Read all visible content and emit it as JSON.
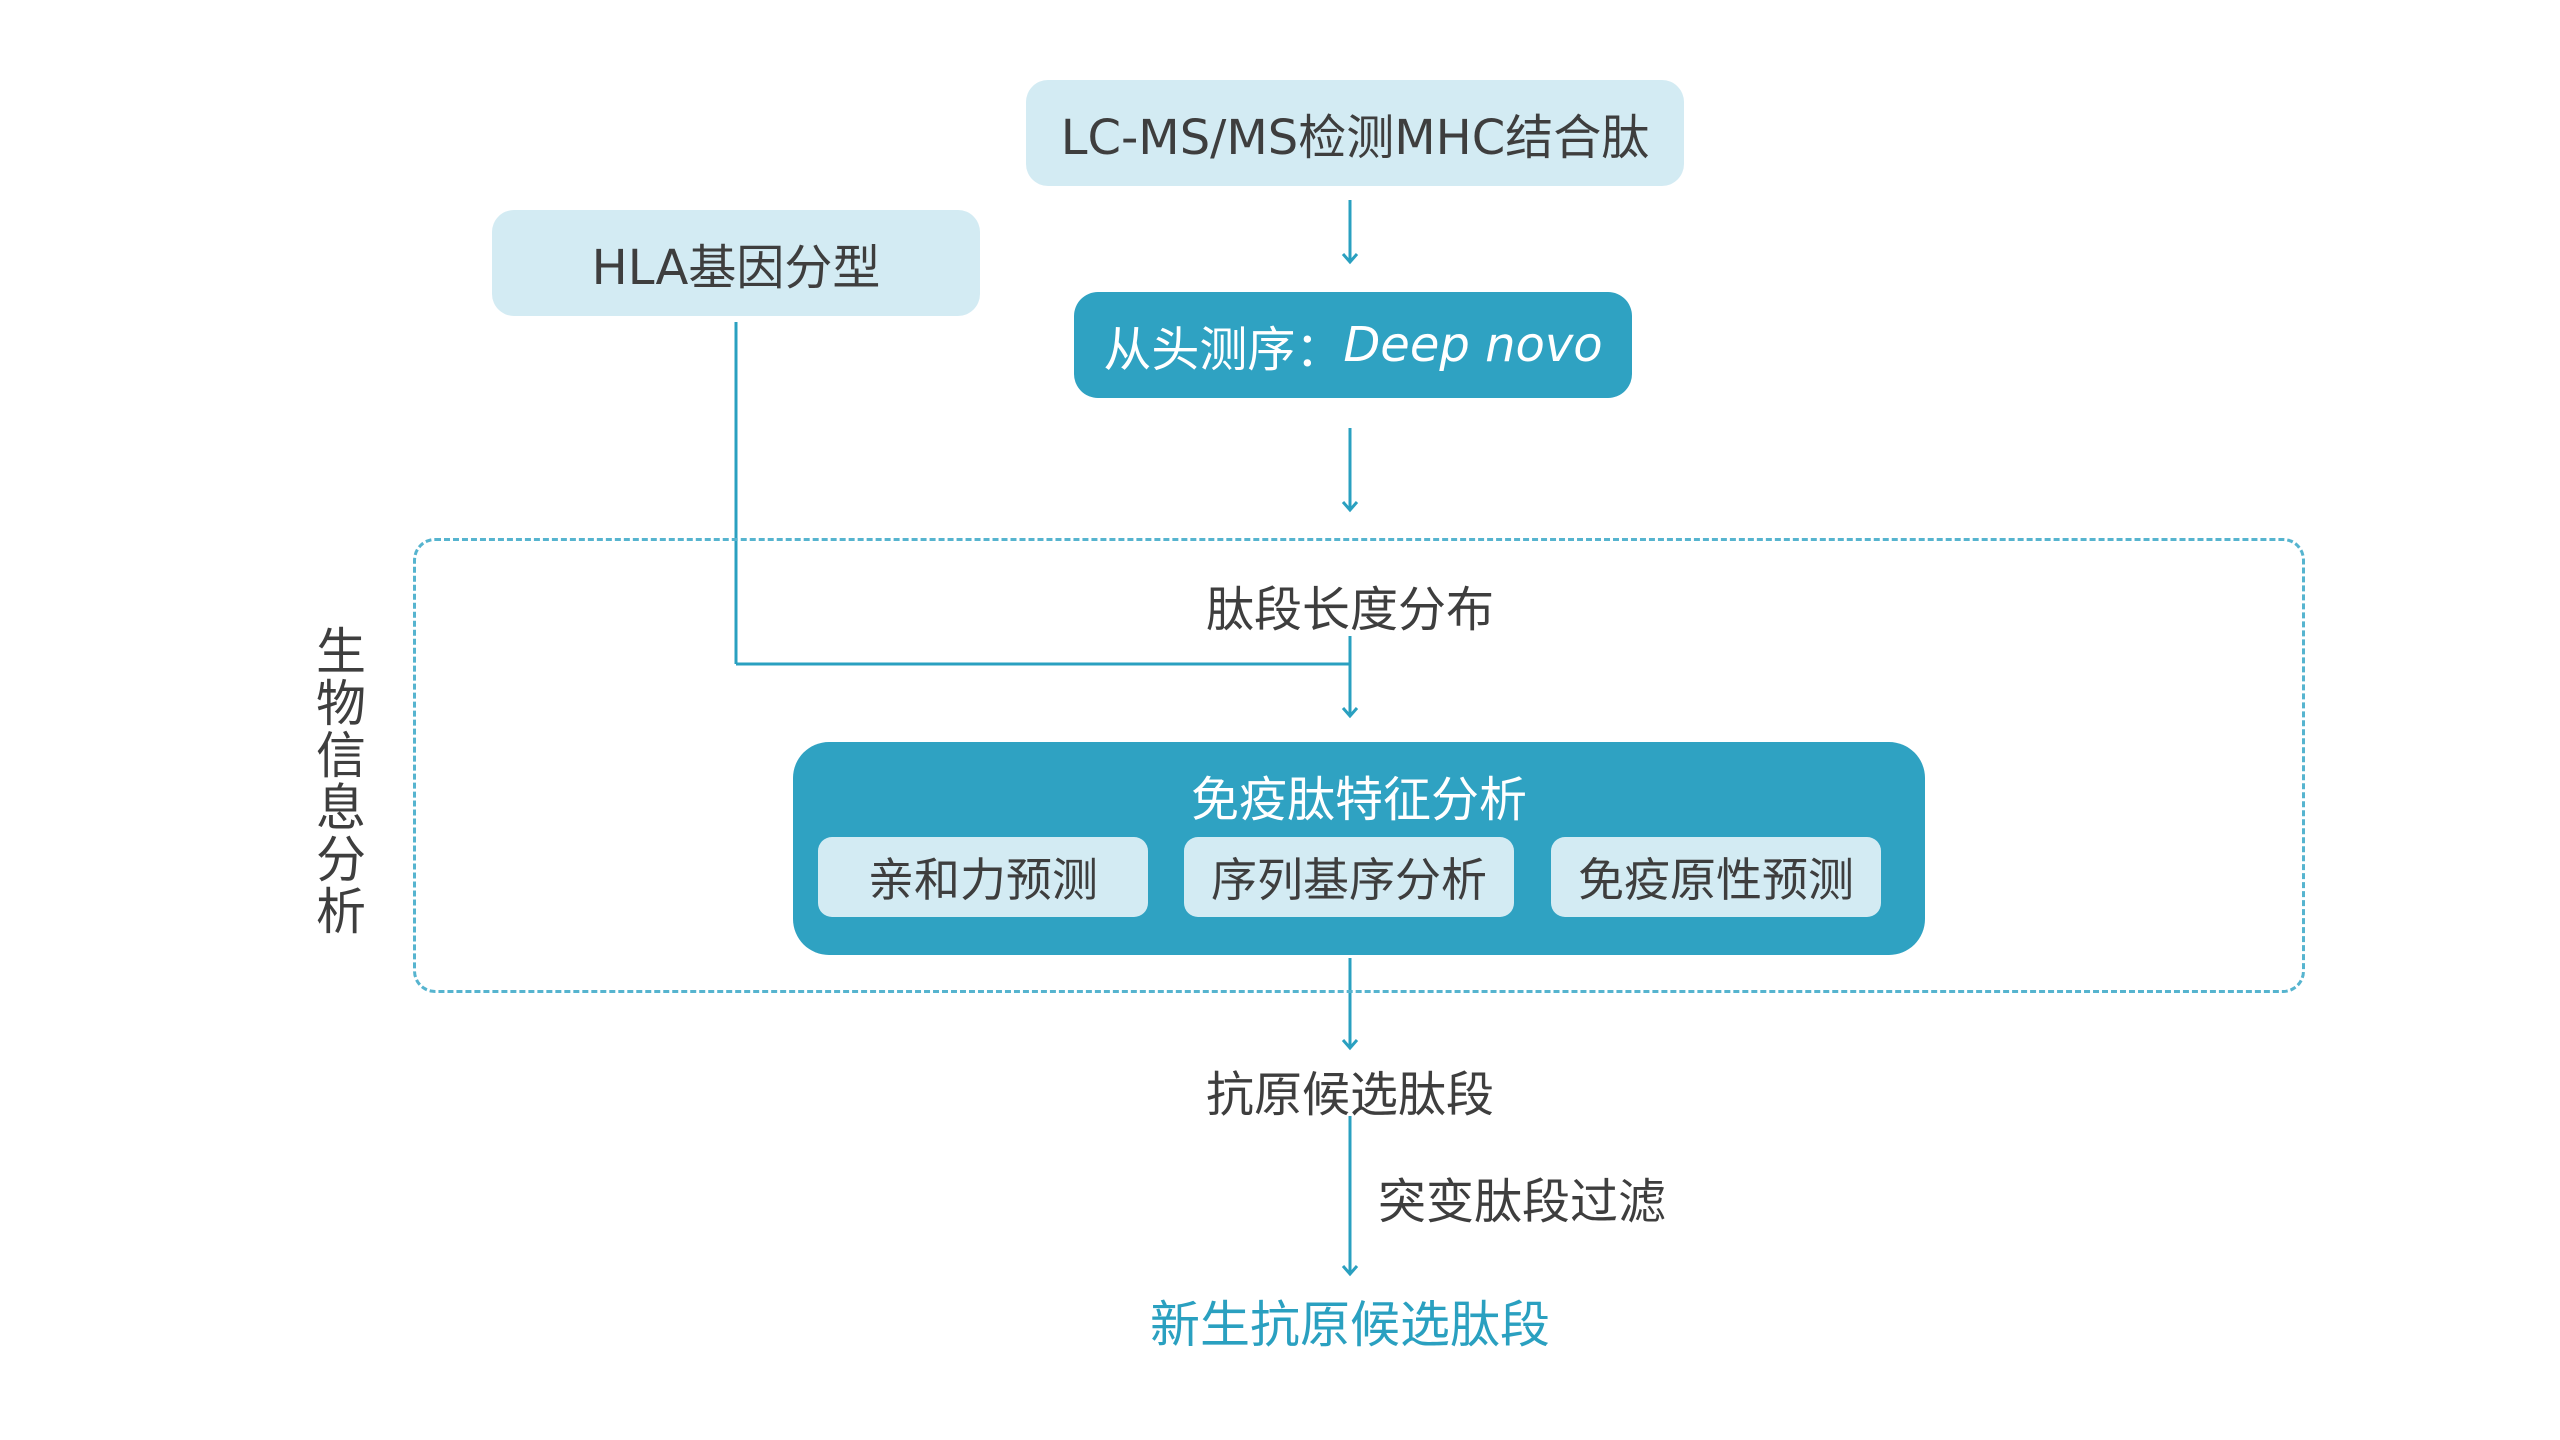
{
  "nodes": {
    "lcms": "LC-MS/MS检测MHC结合肽",
    "hla": "HLA基因分型",
    "denovo_prefix": "从头测序：",
    "denovo_method": "Deep novo",
    "length_distribution": "肽段长度分布",
    "feature_analysis": "免疫肽特征分析",
    "sub_analyses": [
      "亲和力预测",
      "序列基序分析",
      "免疫原性预测"
    ],
    "antigen_candidates": "抗原候选肽段",
    "mutation_filter": "突变肽段过滤",
    "neoantigen_candidates": "新生抗原候选肽段"
  },
  "group_label": "生物信息分析",
  "colors": {
    "light_fill": "#d3ebf3",
    "dark_fill": "#2fa2c2",
    "line": "#2aa0c0",
    "accent_text": "#2aa0c0",
    "body_text": "#3e3e3e"
  }
}
